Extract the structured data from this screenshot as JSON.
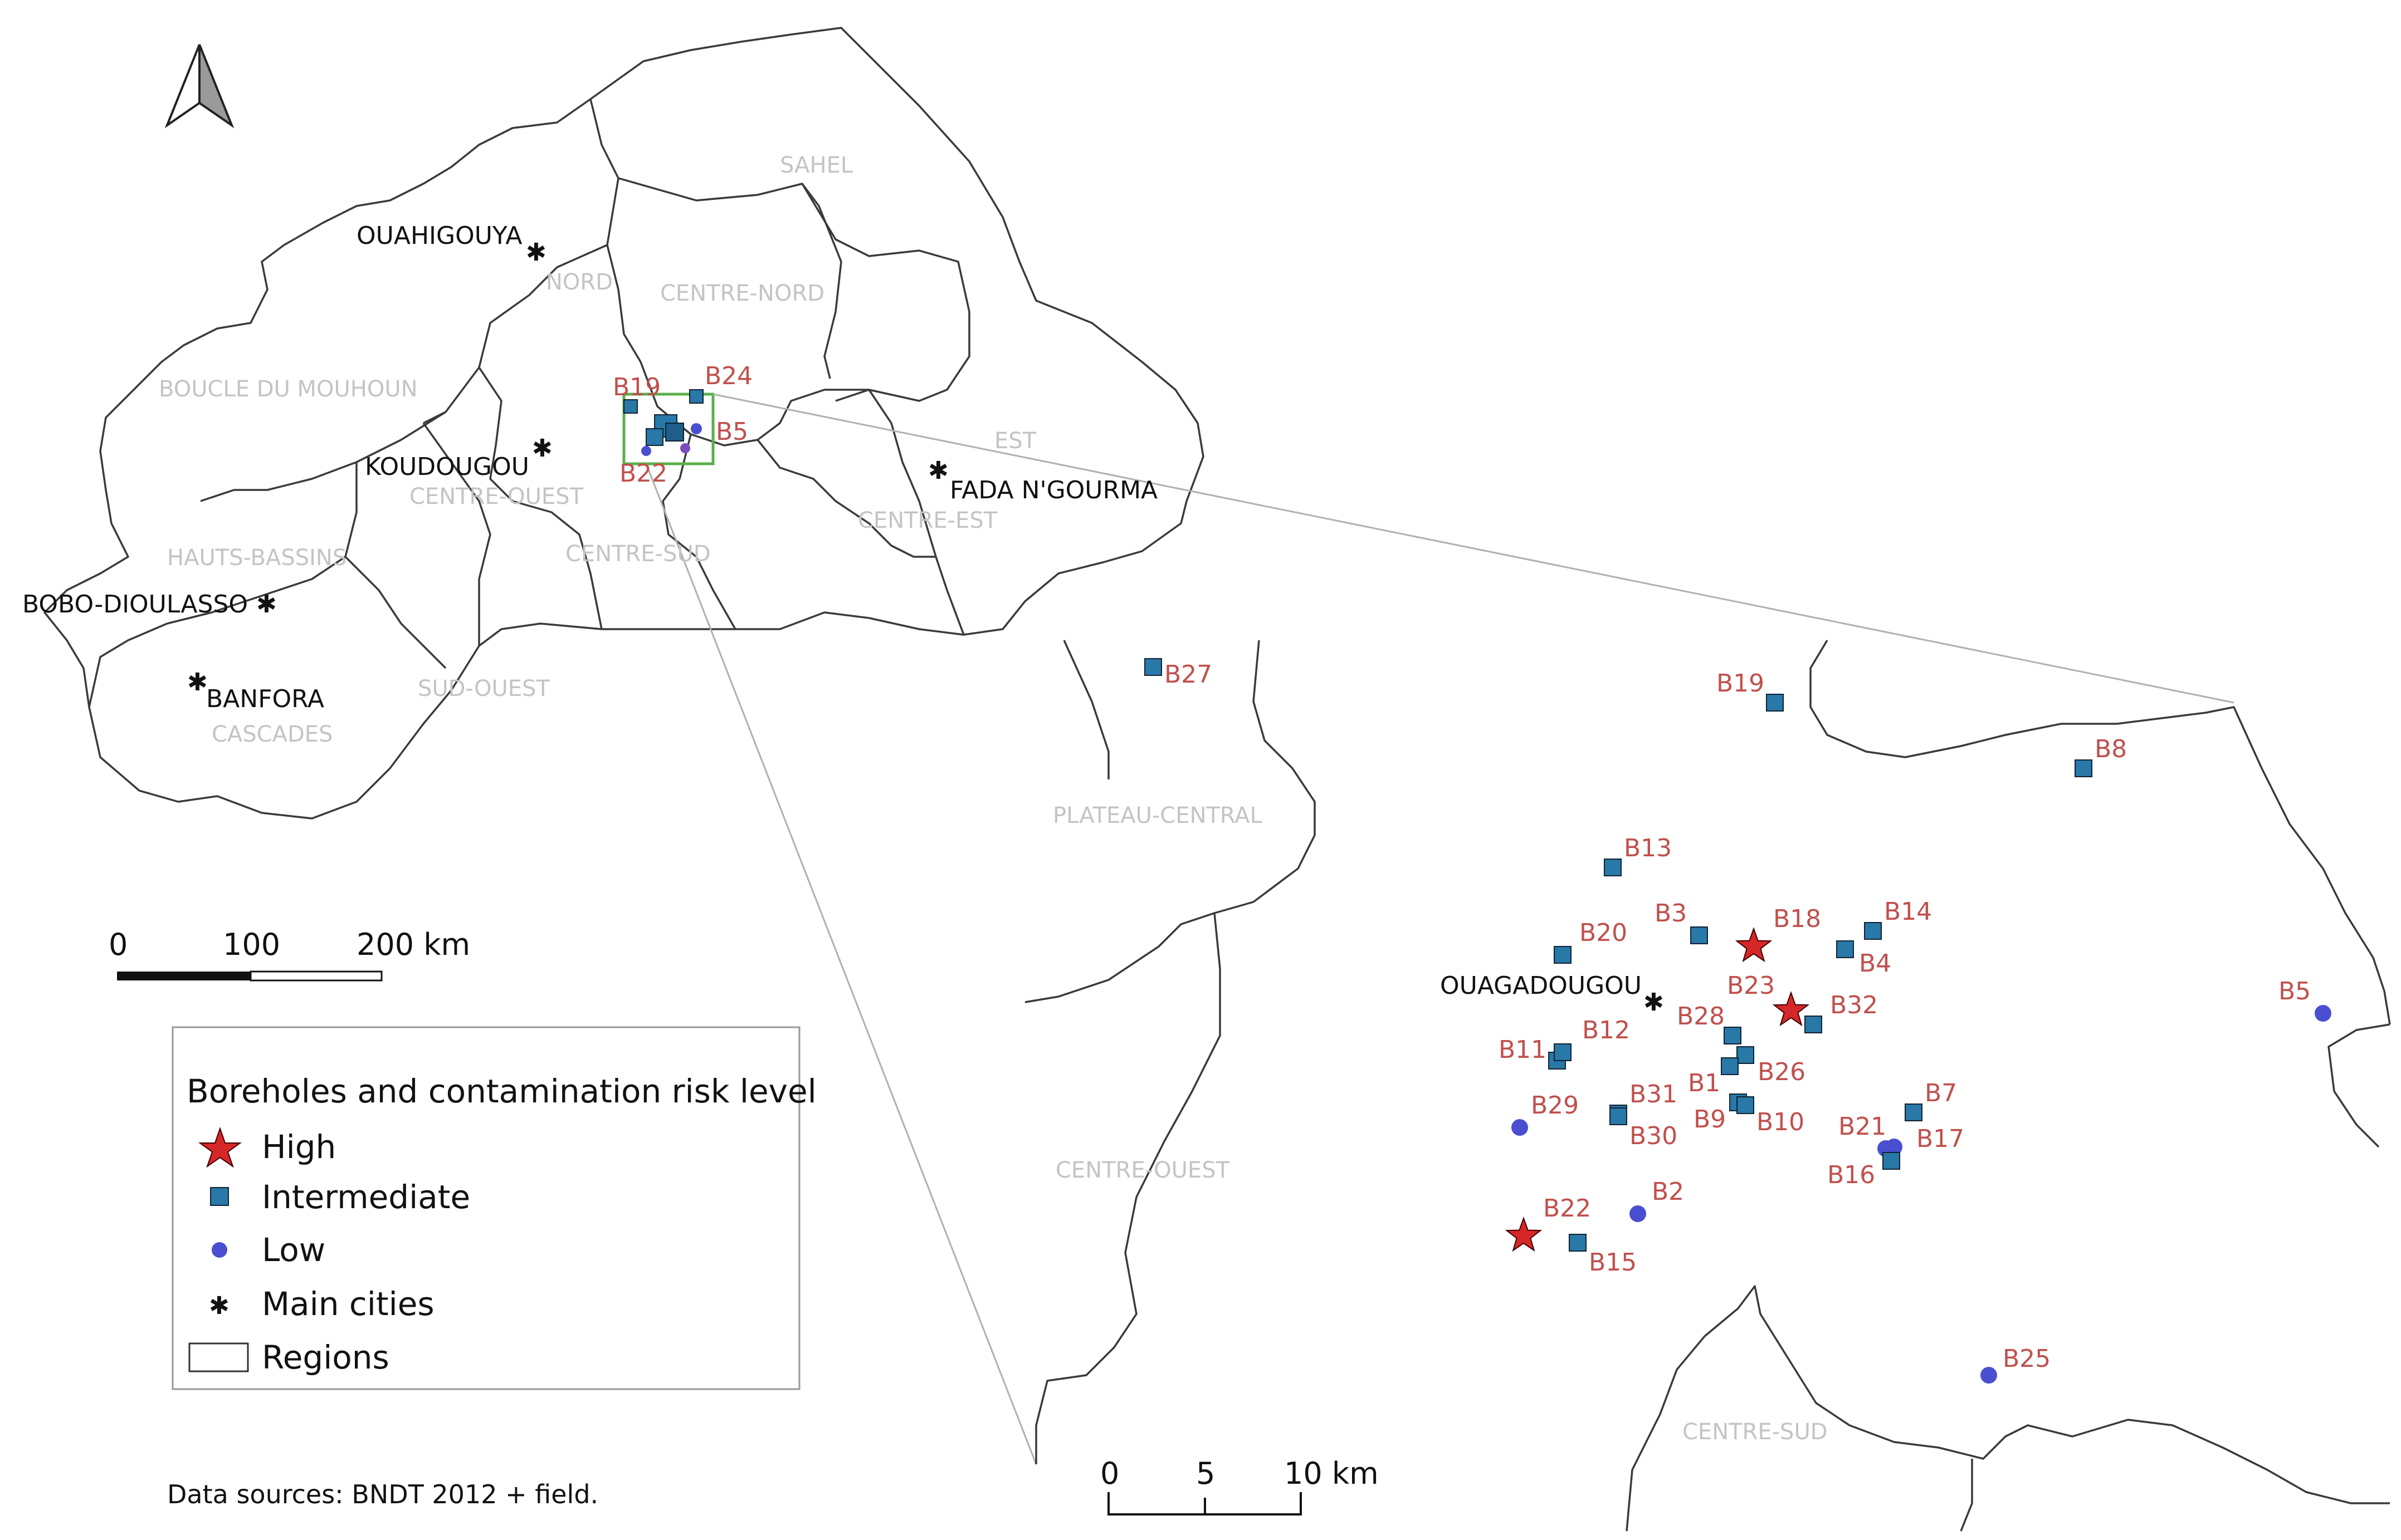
{
  "colors": {
    "high": "#d62728",
    "intermediate": "#2878a8",
    "low": "#4a4ed0",
    "city": "#222222",
    "region_border": "#3a3a3a",
    "region_label": "#c4c4c4",
    "borehole_label": "#c0504d",
    "study_area_box": "#5ab04a"
  },
  "north_arrow": {
    "icon": "north-arrow-icon"
  },
  "overview_map": {
    "regions": [
      {
        "id": "sahel",
        "name": "SAHEL"
      },
      {
        "id": "nord",
        "name": "NORD"
      },
      {
        "id": "centre-nord",
        "name": "CENTRE-NORD"
      },
      {
        "id": "boucle-du-mouhoun",
        "name": "BOUCLE DU MOUHOUN"
      },
      {
        "id": "est",
        "name": "EST"
      },
      {
        "id": "centre-ouest",
        "name": "CENTRE-OUEST"
      },
      {
        "id": "centre-est",
        "name": "CENTRE-EST"
      },
      {
        "id": "hauts-bassins",
        "name": "HAUTS-BASSINS"
      },
      {
        "id": "centre-sud",
        "name": "CENTRE-SUD"
      },
      {
        "id": "sud-ouest",
        "name": "SUD-OUEST"
      },
      {
        "id": "cascades",
        "name": "CASCADES"
      }
    ],
    "cities": [
      {
        "id": "ouahigouya",
        "name": "OUAHIGOUYA"
      },
      {
        "id": "koudougou",
        "name": "KOUDOUGOU"
      },
      {
        "id": "fada",
        "name": "FADA N'GOURMA"
      },
      {
        "id": "bobo",
        "name": "BOBO-DIOULASSO"
      },
      {
        "id": "banfora",
        "name": "BANFORA"
      }
    ],
    "borehole_labels": [
      "B19",
      "B24",
      "B5",
      "B22"
    ],
    "scale_bar": {
      "labels": [
        "0",
        "100",
        "200 km"
      ]
    }
  },
  "inset_map": {
    "regions": [
      {
        "id": "plateau-central",
        "name": "PLATEAU-CENTRAL"
      },
      {
        "id": "centre-ouest",
        "name": "CENTRE-OUEST"
      },
      {
        "id": "centre-sud",
        "name": "CENTRE-SUD"
      }
    ],
    "city": {
      "name": "OUAGADOUGOU"
    },
    "boreholes": [
      {
        "id": "B27",
        "risk": "intermediate"
      },
      {
        "id": "B19",
        "risk": "intermediate"
      },
      {
        "id": "B8",
        "risk": "intermediate"
      },
      {
        "id": "B13",
        "risk": "intermediate"
      },
      {
        "id": "B3",
        "risk": "intermediate"
      },
      {
        "id": "B18",
        "risk": "high"
      },
      {
        "id": "B14",
        "risk": "intermediate"
      },
      {
        "id": "B4",
        "risk": "intermediate"
      },
      {
        "id": "B20",
        "risk": "intermediate"
      },
      {
        "id": "B23",
        "risk": "high"
      },
      {
        "id": "B32",
        "risk": "intermediate"
      },
      {
        "id": "B5",
        "risk": "low"
      },
      {
        "id": "B28",
        "risk": "intermediate"
      },
      {
        "id": "B26",
        "risk": "intermediate"
      },
      {
        "id": "B11",
        "risk": "intermediate"
      },
      {
        "id": "B12",
        "risk": "intermediate"
      },
      {
        "id": "B1",
        "risk": "intermediate"
      },
      {
        "id": "B9",
        "risk": "intermediate"
      },
      {
        "id": "B10",
        "risk": "intermediate"
      },
      {
        "id": "B29",
        "risk": "low"
      },
      {
        "id": "B31",
        "risk": "intermediate"
      },
      {
        "id": "B30",
        "risk": "intermediate"
      },
      {
        "id": "B21",
        "risk": "low"
      },
      {
        "id": "B7",
        "risk": "intermediate"
      },
      {
        "id": "B17",
        "risk": "low"
      },
      {
        "id": "B16",
        "risk": "intermediate"
      },
      {
        "id": "B2",
        "risk": "low"
      },
      {
        "id": "B22",
        "risk": "high"
      },
      {
        "id": "B15",
        "risk": "intermediate"
      },
      {
        "id": "B25",
        "risk": "low"
      }
    ],
    "scale_bar": {
      "labels": [
        "0",
        "5",
        "10 km"
      ]
    }
  },
  "legend": {
    "title": "Boreholes and contamination risk level",
    "items": [
      {
        "label": "High",
        "icon": "red-star-icon"
      },
      {
        "label": "Intermediate",
        "icon": "blue-square-icon"
      },
      {
        "label": "Low",
        "icon": "blue-circle-icon"
      },
      {
        "label": "Main cities",
        "icon": "asterisk-icon"
      },
      {
        "label": "Regions",
        "icon": "empty-rectangle-icon"
      }
    ]
  },
  "source": "Data sources: BNDT 2012 + field."
}
